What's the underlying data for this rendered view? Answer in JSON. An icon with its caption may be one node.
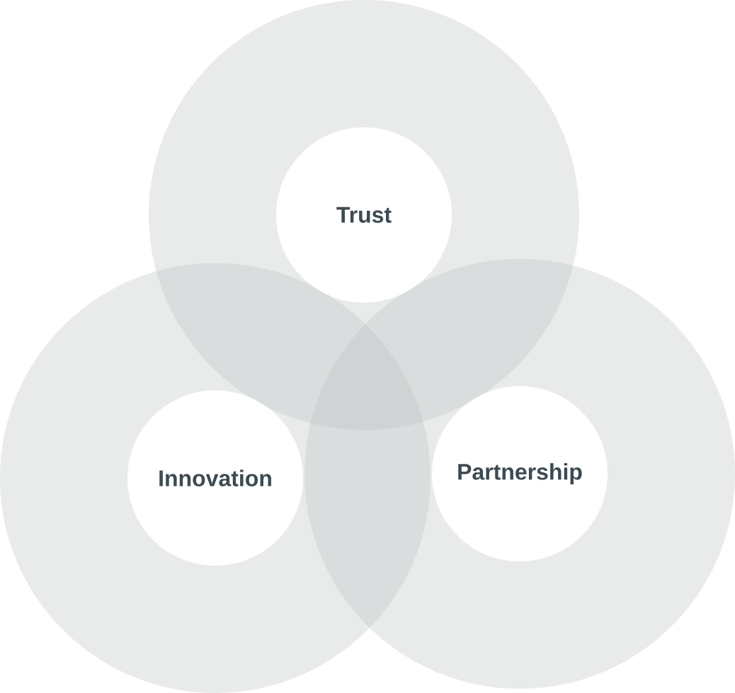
{
  "diagram": {
    "nodes": [
      {
        "text": [
          "Trust"
        ]
      },
      {
        "text": [
          "Innovation"
        ]
      },
      {
        "text": [
          "Partnership"
        ]
      }
    ]
  }
}
